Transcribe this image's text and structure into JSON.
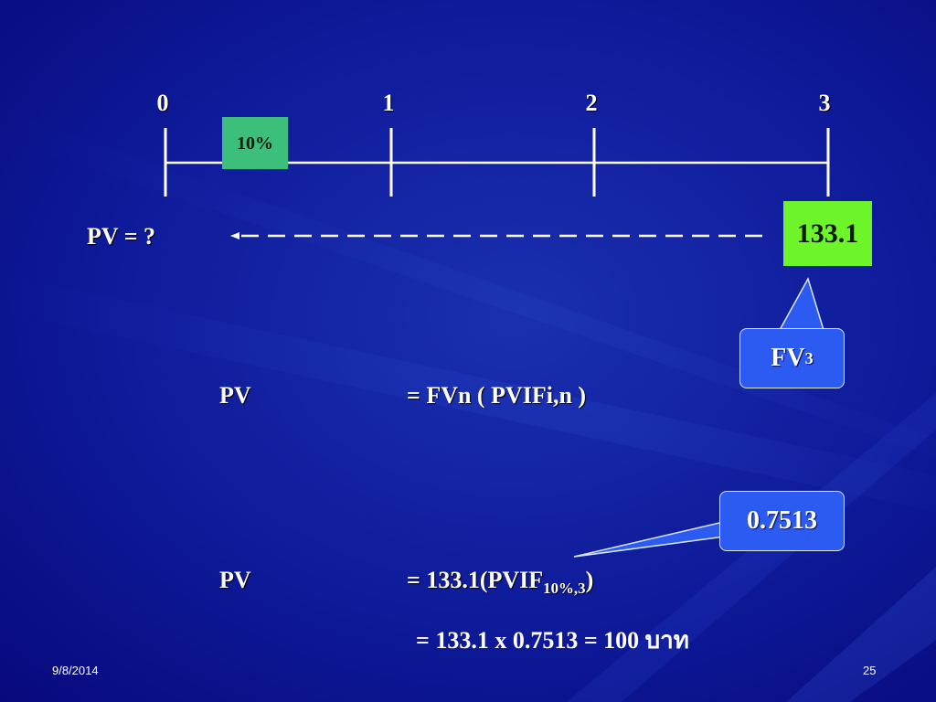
{
  "timeline": {
    "period_labels": [
      "0",
      "1",
      "2",
      "3"
    ],
    "rate_label": "10%",
    "pv_label": "PV = ?",
    "fv_value": "133.1"
  },
  "callouts": {
    "fv": {
      "text": "FV",
      "sub": "3"
    },
    "factor": {
      "text": "0.7513"
    }
  },
  "formulas": {
    "line1": {
      "left": "PV",
      "right": "=  FVn ( PVIFi,n )"
    },
    "line2": {
      "left": "PV",
      "right_prefix": "= 133.1(PVIF",
      "right_sub": "10%,3",
      "right_suffix": ")"
    },
    "line3": {
      "right": "= 133.1 x 0.7513 = 100 บาท"
    }
  },
  "footer": {
    "date": "9/8/2014",
    "page": "25"
  },
  "colors": {
    "background": "#0a0c88",
    "rate_box": "#3cbf7a",
    "fv_box": "#6df52a",
    "callout": "#2c5bf2"
  }
}
